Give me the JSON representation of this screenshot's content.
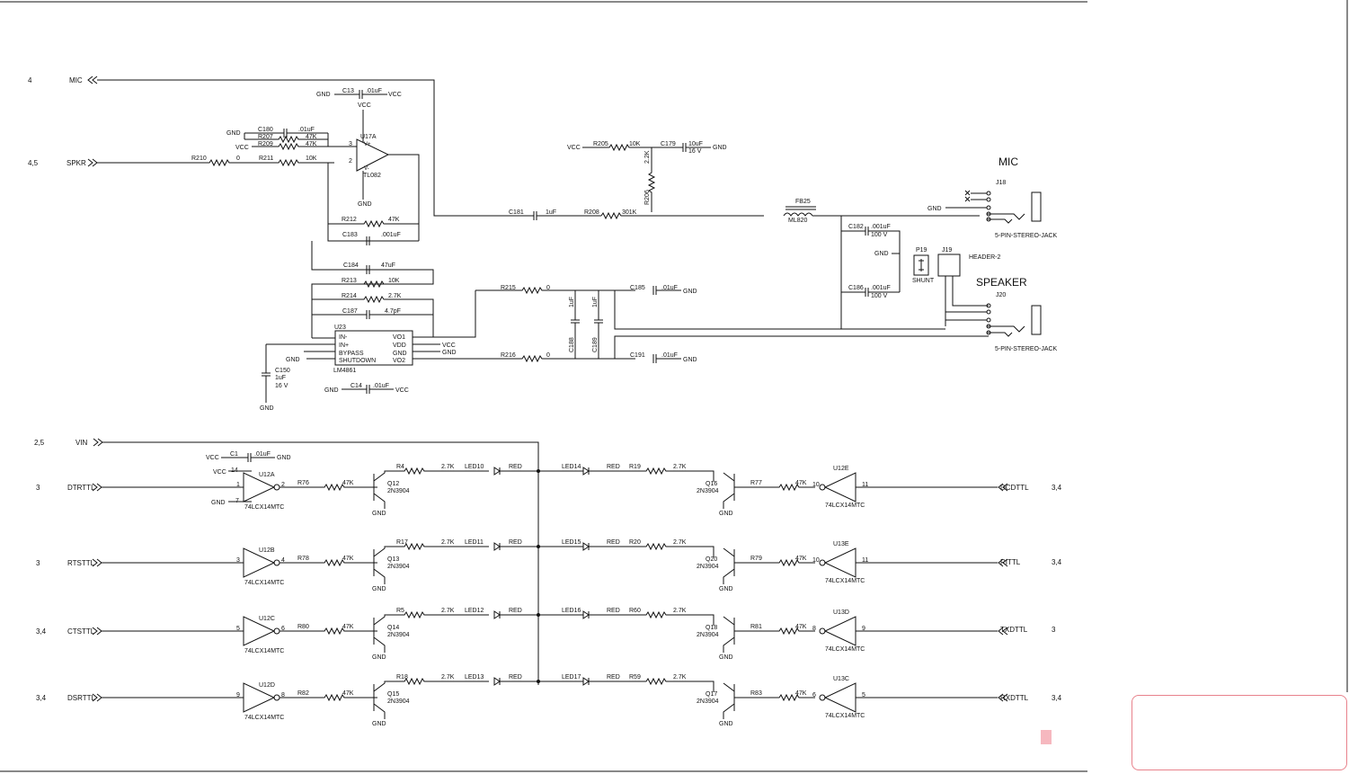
{
  "colors": {
    "wire": "#111111",
    "comment_border": "#e8828c",
    "comment_marker": "#f6b8bf"
  },
  "ports": {
    "mic_page": "4",
    "mic": "MIC",
    "spkr_page": "4,5",
    "spkr": "SPKR",
    "vin_page": "2,5",
    "vin": "VIN",
    "dtrttl_page": "3",
    "dtrttl": "DTRTTL",
    "rtsttl_page": "3",
    "rtsttl": "RTSTTL",
    "ctsttl_page": "3,4",
    "ctsttl": "CTSTTL",
    "dsrttl_page": "3,4",
    "dsrttl": "DSRTTL",
    "dcdttl_page": "3,4",
    "dcdttl": "DCDTTL",
    "rittl_page": "3,4",
    "rittl": "RITTL",
    "txdttl_page": "3",
    "txdttl": "TXDTTL",
    "rxdttl_page": "3,4",
    "rxdttl": "RXDTTL"
  },
  "power": {
    "gnd": "GND",
    "vcc": "VCC"
  },
  "audio": {
    "c13": "C13",
    "c13_val": ".01uF",
    "c180": "C180",
    "c180_val": ".01uF",
    "r207": "R207",
    "r207_val": "47K",
    "r209": "R209",
    "r209_val": "47K",
    "r210": "R210",
    "r210_val": "0",
    "r211": "R211",
    "r211_val": "10K",
    "u17a": "U17A",
    "u17a_part": "TL082",
    "vplus": "V+",
    "vminus": "V-",
    "r212": "R212",
    "r212_val": "47K",
    "c183": "C183",
    "c183_val": ".001uF",
    "r205": "R205",
    "r205_val": "10K",
    "c179": "C179",
    "c179_val": "10uF",
    "c179_volt": "16 V",
    "r206": "R206",
    "r206_val": "2.2K",
    "c181": "C181",
    "c181_val": "1uF",
    "r208": "R208",
    "r208_val": "301K",
    "fb25": "FB25",
    "fb25_part": "ML820",
    "c182": "C182",
    "c182_val": ".001uF",
    "c182_volt": "100 V",
    "c186": "C186",
    "c186_val": ".001uF",
    "c186_volt": "100 V",
    "c184": "C184",
    "c184_val": "47uF",
    "r213": "R213",
    "r213_val": "10K",
    "r214": "R214",
    "r214_val": "2.7K",
    "c187": "C187",
    "c187_val": "4.7pF",
    "u23": "U23",
    "u23_part": "LM4861",
    "pin_inm": "IN-",
    "pin_inp": "IN+",
    "pin_bypass": "BYPASS",
    "pin_shutdown": "SHUTDOWN",
    "pin_vo1": "VO1",
    "pin_vdd": "VDD",
    "pin_gnd": "GND",
    "pin_vo2": "VO2",
    "c150": "C150",
    "c150_val": "1uF",
    "c150_volt": "16 V",
    "c14": "C14",
    "c14_val": ".01uF",
    "r215": "R215",
    "r215_val": "0",
    "r216": "R216",
    "r216_val": "0",
    "c188": "C188",
    "c188_val": "1uF",
    "c189": "C189",
    "c189_val": "1uF",
    "c185": "C185",
    "c185_val": ".01uF",
    "c191": "C191",
    "c191_val": ".01uF"
  },
  "connectors": {
    "mic_title": "MIC",
    "j18": "J18",
    "jack_part": "5-PIN-STEREO-JACK",
    "p19": "P19",
    "shunt": "SHUNT",
    "j19": "J19",
    "header2": "HEADER-2",
    "speaker_title": "SPEAKER",
    "j20": "J20"
  },
  "serial": {
    "c1": "C1",
    "c1_val": ".01uF",
    "gate_part": "74LCX14MTC",
    "npn_part": "2N3904",
    "led_color": "RED",
    "rows": [
      {
        "gate": "U12A",
        "in_pin": "1",
        "out_pin": "2",
        "rbase": "R76",
        "rbase_val": "47K",
        "q": "Q12",
        "rled": "R4",
        "rled_val": "2.7K",
        "led": "LED10",
        "led_r": "LED14",
        "rled_r": "R19",
        "rled_r_val": "2.7K",
        "q_r": "Q16",
        "rbase_r": "R77",
        "rbase_r_val": "47K",
        "gate_r": "U12E",
        "in_pin_r": "10",
        "out_pin_r": "11"
      },
      {
        "gate": "U12B",
        "in_pin": "3",
        "out_pin": "4",
        "rbase": "R78",
        "rbase_val": "47K",
        "q": "Q13",
        "rled": "R17",
        "rled_val": "2.7K",
        "led": "LED11",
        "led_r": "LED15",
        "rled_r": "R20",
        "rled_r_val": "2.7K",
        "q_r": "Q20",
        "rbase_r": "R79",
        "rbase_r_val": "47K",
        "gate_r": "U13E",
        "in_pin_r": "10",
        "out_pin_r": "11"
      },
      {
        "gate": "U12C",
        "in_pin": "5",
        "out_pin": "6",
        "rbase": "R80",
        "rbase_val": "47K",
        "q": "Q14",
        "rled": "R5",
        "rled_val": "2.7K",
        "led": "LED12",
        "led_r": "LED16",
        "rled_r": "R60",
        "rled_r_val": "2.7K",
        "q_r": "Q18",
        "rbase_r": "R81",
        "rbase_r_val": "47K",
        "gate_r": "U13D",
        "in_pin_r": "8",
        "out_pin_r": "9"
      },
      {
        "gate": "U12D",
        "in_pin": "9",
        "out_pin": "8",
        "rbase": "R82",
        "rbase_val": "47K",
        "q": "Q15",
        "rled": "R18",
        "rled_val": "2.7K",
        "led": "LED13",
        "led_r": "LED17",
        "rled_r": "R59",
        "rled_r_val": "2.7K",
        "q_r": "Q17",
        "rbase_r": "R83",
        "rbase_r_val": "47K",
        "gate_r": "U13C",
        "in_pin_r": "6",
        "out_pin_r": "5"
      }
    ],
    "u12a_vcc_pin": "14",
    "u12a_gnd_pin": "7"
  }
}
